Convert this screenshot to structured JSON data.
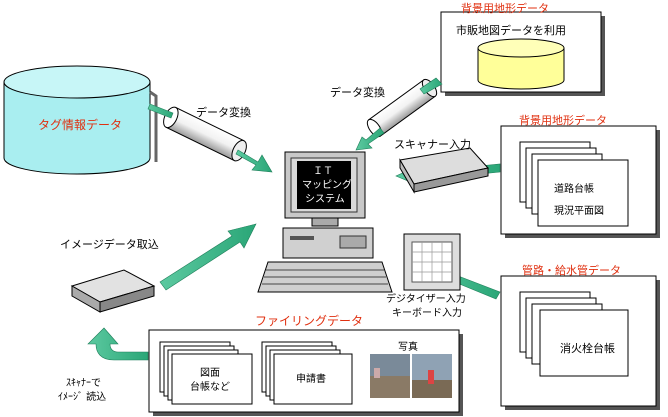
{
  "labels": {
    "tag_data": "タグ情報データ",
    "conv1": "データ変換",
    "conv2": "データ変換",
    "bg_title_top": "背景用地形データ",
    "market_map": "市販地図データを利用",
    "bg_title_mid": "背景用地形データ",
    "scanner_input": "スキャナー入力",
    "road_ledger": "道路台帳",
    "current_plan": "現況平面図",
    "it_line1": "ＩＴ",
    "it_line2": "マッピング",
    "it_line3": "システム",
    "image_data": "イメージデータ取込",
    "digitizer": "デジタイザー入力",
    "keyboard": "キーボード入力",
    "pipe_title": "管路・給水管データ",
    "hydrant": "消火栓台帳",
    "filing_title": "ファイリングデータ",
    "photo": "写真",
    "drawing1": "図面",
    "drawing2": "台帳など",
    "application": "申請書",
    "scanner_read1": "ｽｷｬﾅｰで",
    "scanner_read2": "ｲﾒｰｼﾞ 読込"
  },
  "colors": {
    "cyl_blue": "#a9eef0",
    "cyl_yellow": "#ffff99",
    "arrow_green": "#3ab88a",
    "title_red": "#e03010"
  }
}
